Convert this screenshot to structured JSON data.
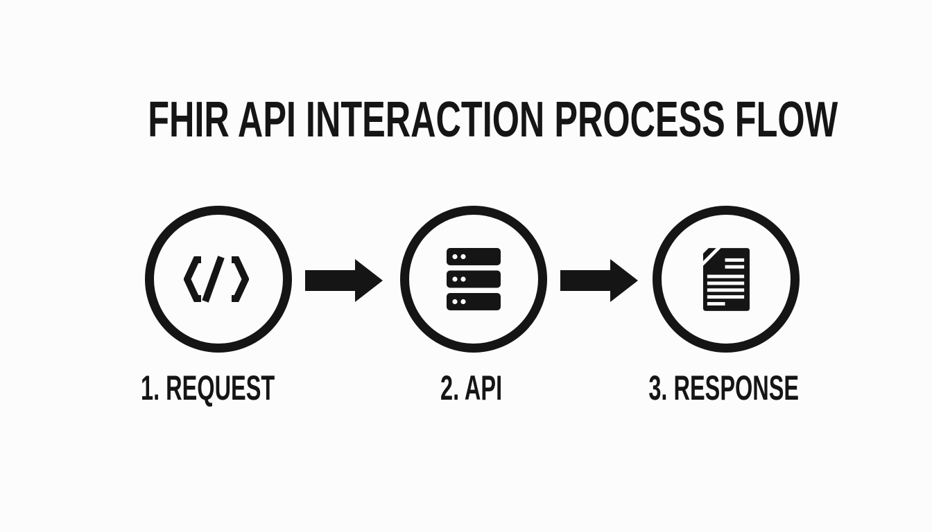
{
  "title": "FHIR API INTERACTION PROCESS FLOW",
  "palette": {
    "background": "#fcfcfc",
    "ink": "#151515"
  },
  "steps": [
    {
      "label": "1. REQUEST",
      "icon": "code-icon"
    },
    {
      "label": "2. API",
      "icon": "server-icon"
    },
    {
      "label": "3. RESPONSE",
      "icon": "document-icon"
    }
  ],
  "connectors": [
    {
      "name": "arrow-right-icon",
      "direction": "right"
    },
    {
      "name": "arrow-right-icon",
      "direction": "right"
    }
  ]
}
